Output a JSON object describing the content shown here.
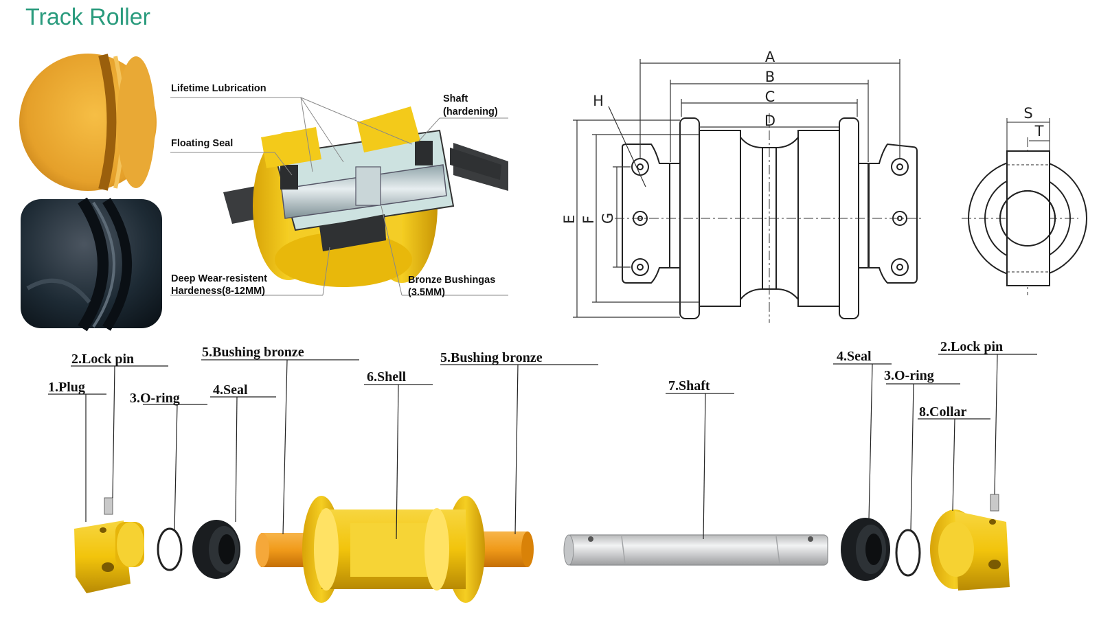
{
  "title": "Track Roller",
  "colors": {
    "title": "#2a9b7d",
    "yellow": "#f2c40c",
    "yellow_dark": "#c99a05",
    "black_part": "#1e2226",
    "bushing": "#f09a1a",
    "shaft": "#d9dadb"
  },
  "cutaway_labels": {
    "lubrication": "Lifetime Lubrication",
    "floating_seal": "Floating Seal",
    "wear_line1": "Deep Wear-resistent",
    "wear_line2": "Hardeness(8-12MM)",
    "shaft_line1": "Shaft",
    "shaft_line2": "(hardening)",
    "bronze_line1": "Bronze Bushingas",
    "bronze_line2": "(3.5MM)"
  },
  "dimensions": {
    "A": "A",
    "B": "B",
    "C": "C",
    "D": "D",
    "E": "E",
    "F": "F",
    "G": "G",
    "H": "H",
    "S": "S",
    "T": "T"
  },
  "parts": {
    "plug": "1.Plug",
    "lock_pin_left": "2.Lock pin",
    "oring_left": "3.O-ring",
    "seal_left": "4.Seal",
    "bushing_left": "5.Bushing bronze",
    "shell": "6.Shell",
    "bushing_right": "5.Bushing bronze",
    "shaft": "7.Shaft",
    "seal_right": "4.Seal",
    "lock_pin_right": "2.Lock pin",
    "oring_right": "3.O-ring",
    "collar": "8.Collar"
  }
}
